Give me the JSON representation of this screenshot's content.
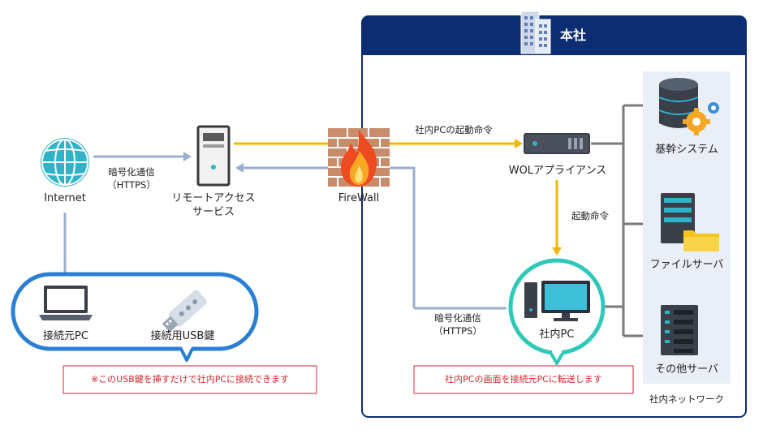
{
  "hq": {
    "title": "本社"
  },
  "nodes": {
    "internet": "Internet",
    "remote_access": [
      "リモートアクセス",
      "サービス"
    ],
    "firewall": "FireWall",
    "wol": "WOLアプライアンス",
    "office_pc": "社内PC",
    "core_system": "基幹システム",
    "file_server": "ファイルサーバ",
    "other_server": "その他サーバ",
    "internal_network": "社内ネットワーク",
    "source_pc": "接続元PC",
    "usb_key": "接続用USB鍵"
  },
  "edges": {
    "encrypted_left": [
      "暗号化通信",
      "（HTTPS）"
    ],
    "encrypted_right": [
      "暗号化通信",
      "（HTTPS）"
    ],
    "start_command": "社内PCの起動命令",
    "boot_command": "起動命令"
  },
  "notes": {
    "usb_note": "※このUSB鍵を挿すだけで社内PCに接続できます",
    "screen_note": "社内PCの画面を接続元PCに転送します"
  },
  "colors": {
    "navy": "#0c2d72",
    "blue_line": "#9aaed0",
    "yellow_line": "#f2b705",
    "teal_ring": "#2ec9b8",
    "blue_ring": "#2a7fd4",
    "note_red": "#d0282d",
    "gray_line": "#7a7a7a"
  }
}
